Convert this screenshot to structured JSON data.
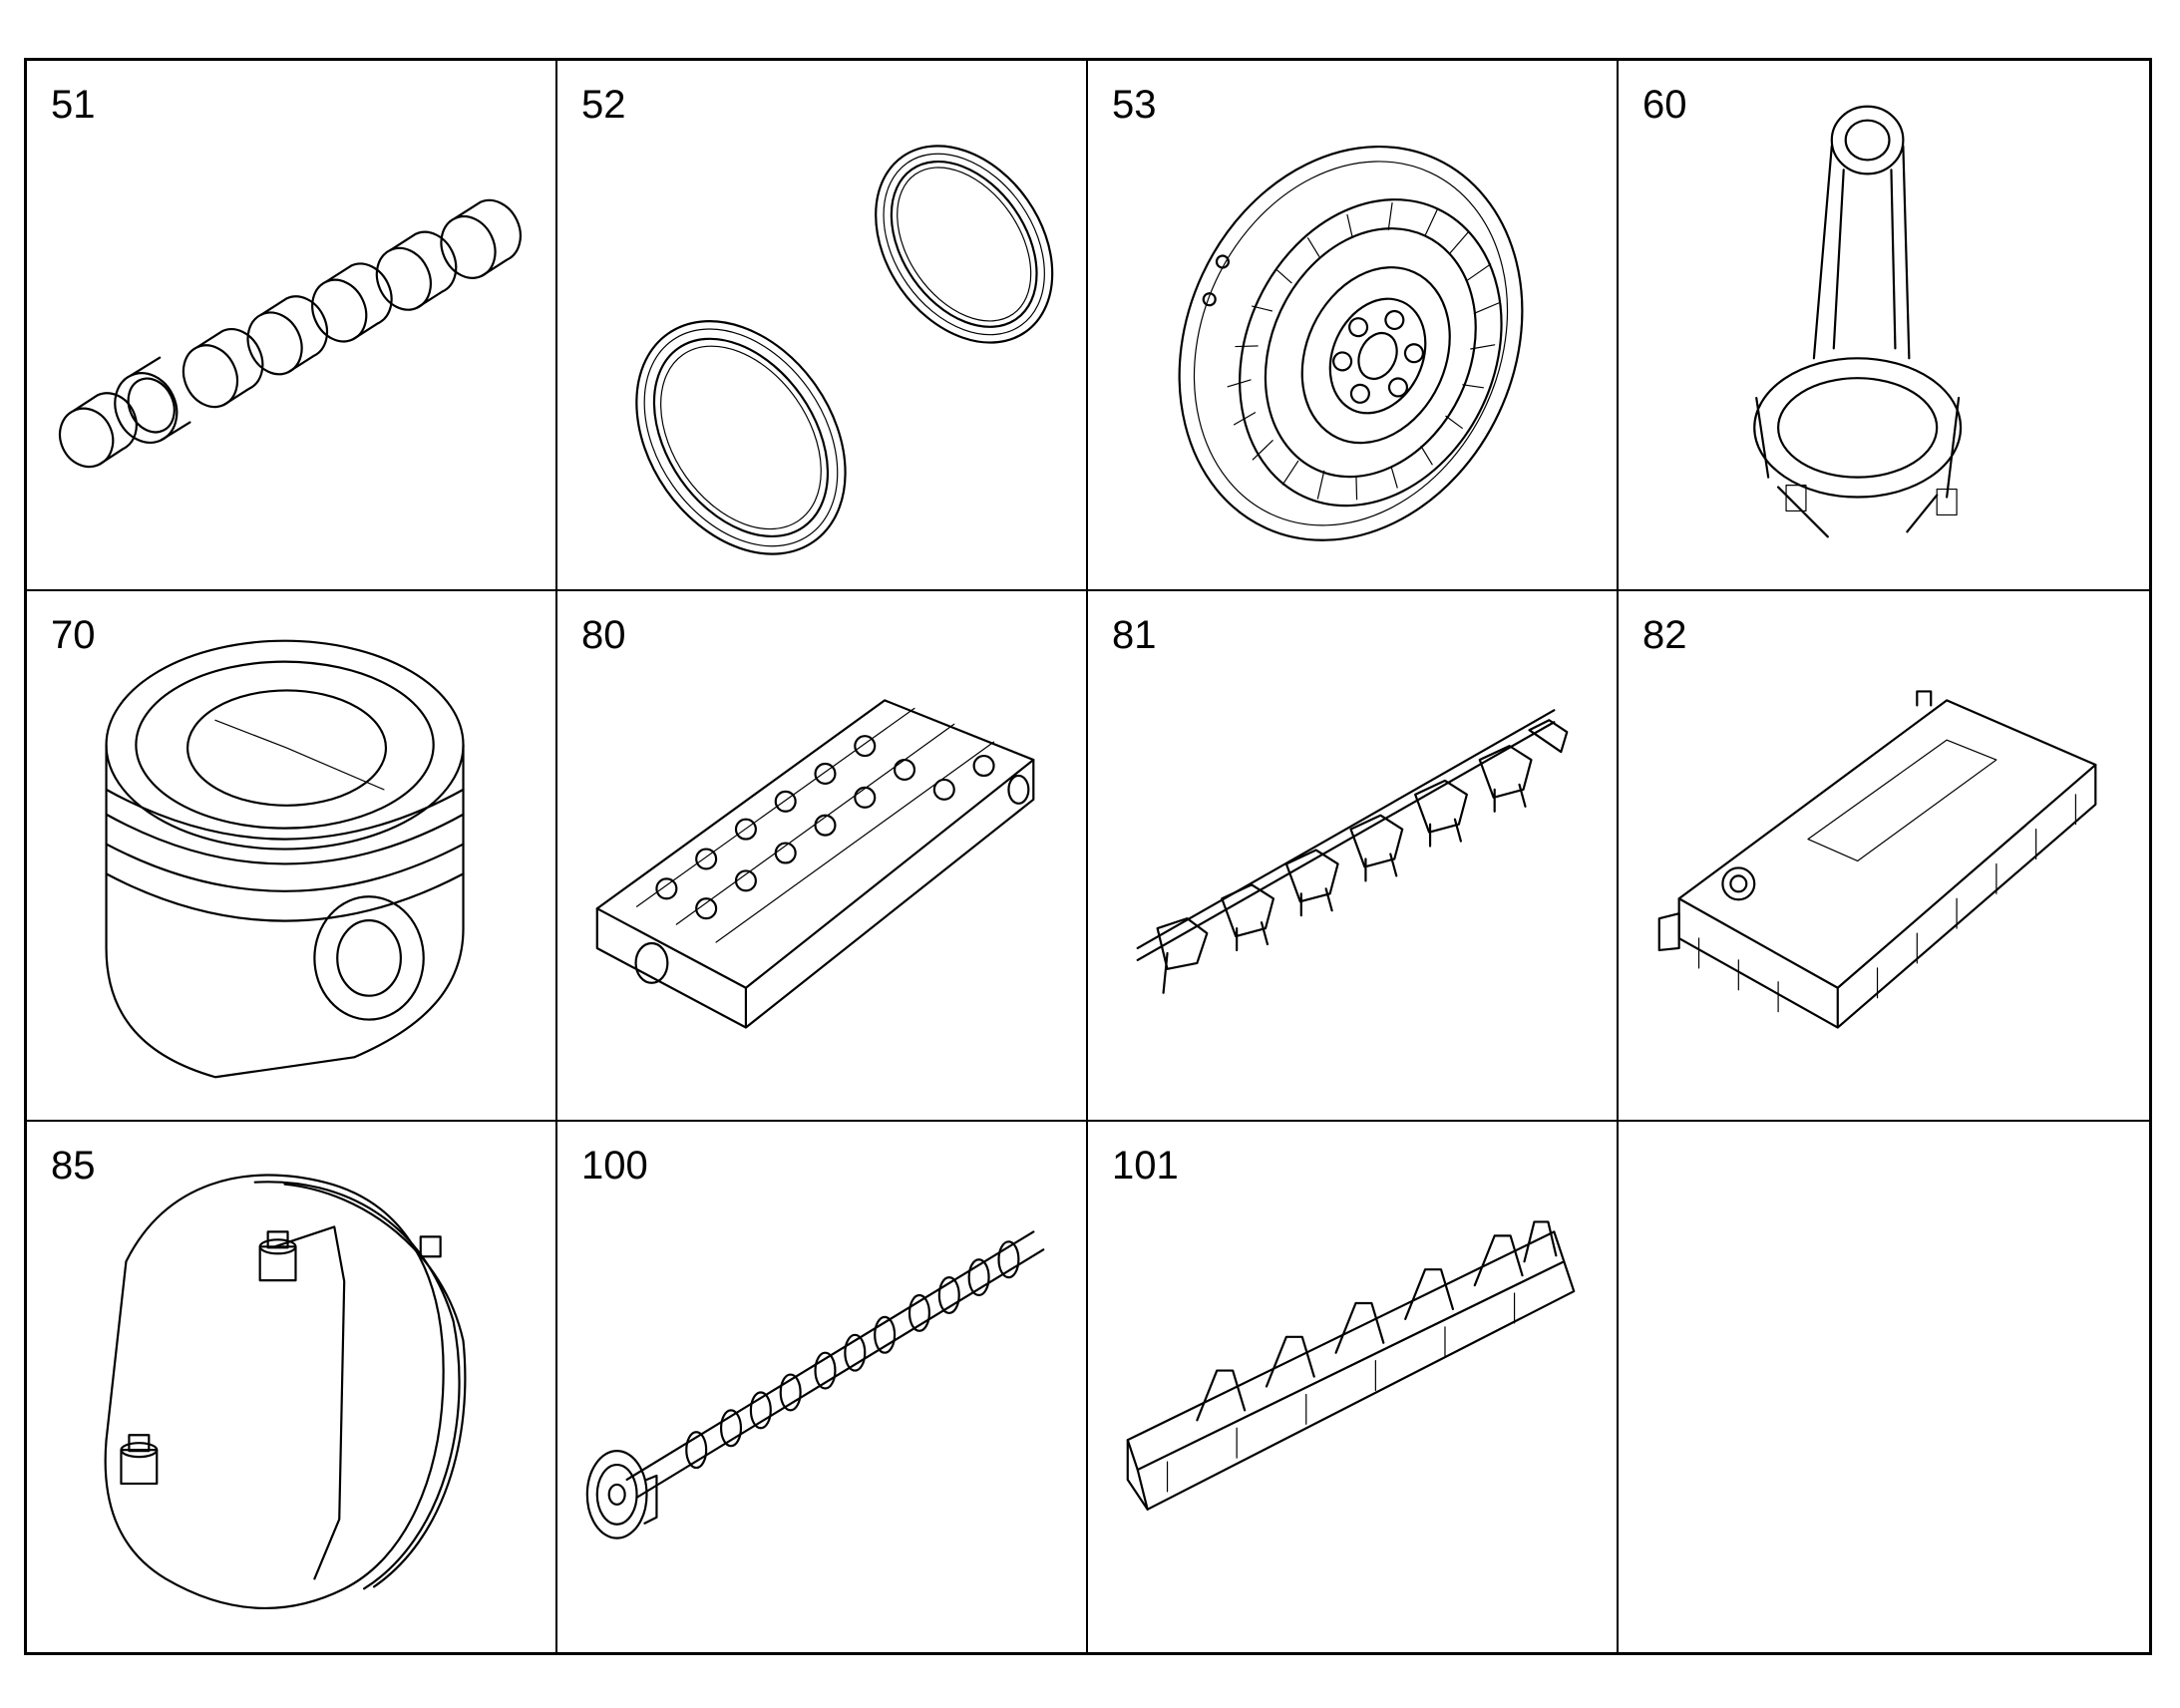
{
  "cells": [
    {
      "label": "51",
      "icon": "bearing-shells-icon"
    },
    {
      "label": "52",
      "icon": "seal-rings-icon"
    },
    {
      "label": "53",
      "icon": "vibration-damper-icon"
    },
    {
      "label": "60",
      "icon": "connecting-rod-icon"
    },
    {
      "label": "70",
      "icon": "piston-icon"
    },
    {
      "label": "80",
      "icon": "cylinder-head-icon"
    },
    {
      "label": "81",
      "icon": "rocker-arm-assembly-icon"
    },
    {
      "label": "82",
      "icon": "valve-cover-icon"
    },
    {
      "label": "85",
      "icon": "cover-plate-icon"
    },
    {
      "label": "100",
      "icon": "camshaft-icon"
    },
    {
      "label": "101",
      "icon": "rocker-shaft-housing-icon"
    },
    {
      "label": "",
      "icon": ""
    }
  ]
}
